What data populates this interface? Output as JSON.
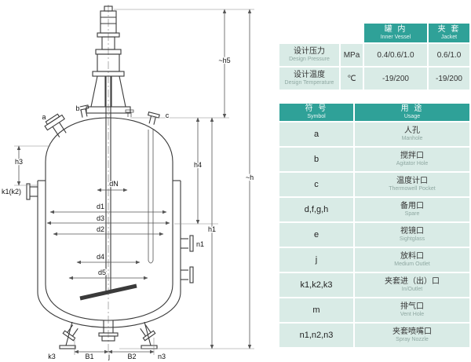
{
  "spec_table": {
    "header": {
      "inner_cn": "罐 内",
      "inner_en": "Inner Vessel",
      "jacket_cn": "夹 套",
      "jacket_en": "Jacket"
    },
    "rows": [
      {
        "label_cn": "设计压力",
        "label_en": "Design Pressure",
        "unit": "MPa",
        "inner": "0.4/0.6/1.0",
        "jacket": "0.6/1.0"
      },
      {
        "label_cn": "设计温度",
        "label_en": "Design Temperature",
        "unit": "℃",
        "inner": "-19/200",
        "jacket": "-19/200"
      }
    ]
  },
  "symbol_table": {
    "header": {
      "symbol_cn": "符 号",
      "symbol_en": "Symbol",
      "usage_cn": "用 途",
      "usage_en": "Usage"
    },
    "rows": [
      {
        "symbol": "a",
        "usage_cn": "人孔",
        "usage_en": "Manhole"
      },
      {
        "symbol": "b",
        "usage_cn": "搅拌口",
        "usage_en": "Agitator Hole"
      },
      {
        "symbol": "c",
        "usage_cn": "温度计口",
        "usage_en": "Thermowell Pocket"
      },
      {
        "symbol": "d,f,g,h",
        "usage_cn": "备用口",
        "usage_en": "Spare"
      },
      {
        "symbol": "e",
        "usage_cn": "视镜口",
        "usage_en": "Sightglass"
      },
      {
        "symbol": "j",
        "usage_cn": "放料口",
        "usage_en": "Medium Outlet"
      },
      {
        "symbol": "k1,k2,k3",
        "usage_cn": "夹套进（出）口",
        "usage_en": "In/Outlet"
      },
      {
        "symbol": "m",
        "usage_cn": "排气口",
        "usage_en": "Vent Hole"
      },
      {
        "symbol": "n1,n2,n3",
        "usage_cn": "夹套喷嘴口",
        "usage_en": "Spray Nozzle"
      }
    ]
  },
  "drawing": {
    "labels": {
      "a": "a",
      "b": "b",
      "c": "c",
      "h3": "h3",
      "h4": "h4",
      "h5": "~h5",
      "h": "~h",
      "h1": "h1",
      "dn": "dN",
      "d1": "d1",
      "d2": "d2",
      "d3": "d3",
      "d4": "d4",
      "d5": "d5",
      "k1k2": "k1(k2)",
      "k3": "k3",
      "n1": "n1",
      "n3": "n3",
      "j": "j",
      "b1": "B1",
      "b2": "B2"
    }
  }
}
